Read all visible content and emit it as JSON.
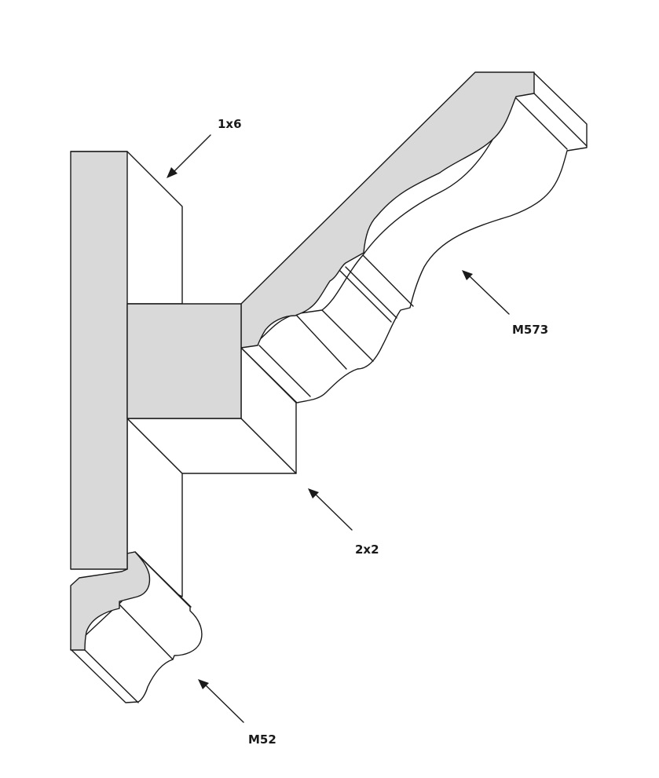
{
  "labels": {
    "board_1x6": "1x6",
    "block_2x2": "2x2",
    "crown_molding": "M573",
    "bed_molding": "M52"
  },
  "colors": {
    "section_fill": "#d9d9d9",
    "face_fill": "#ffffff",
    "line": "#1a1a1a",
    "background": "#ffffff"
  }
}
